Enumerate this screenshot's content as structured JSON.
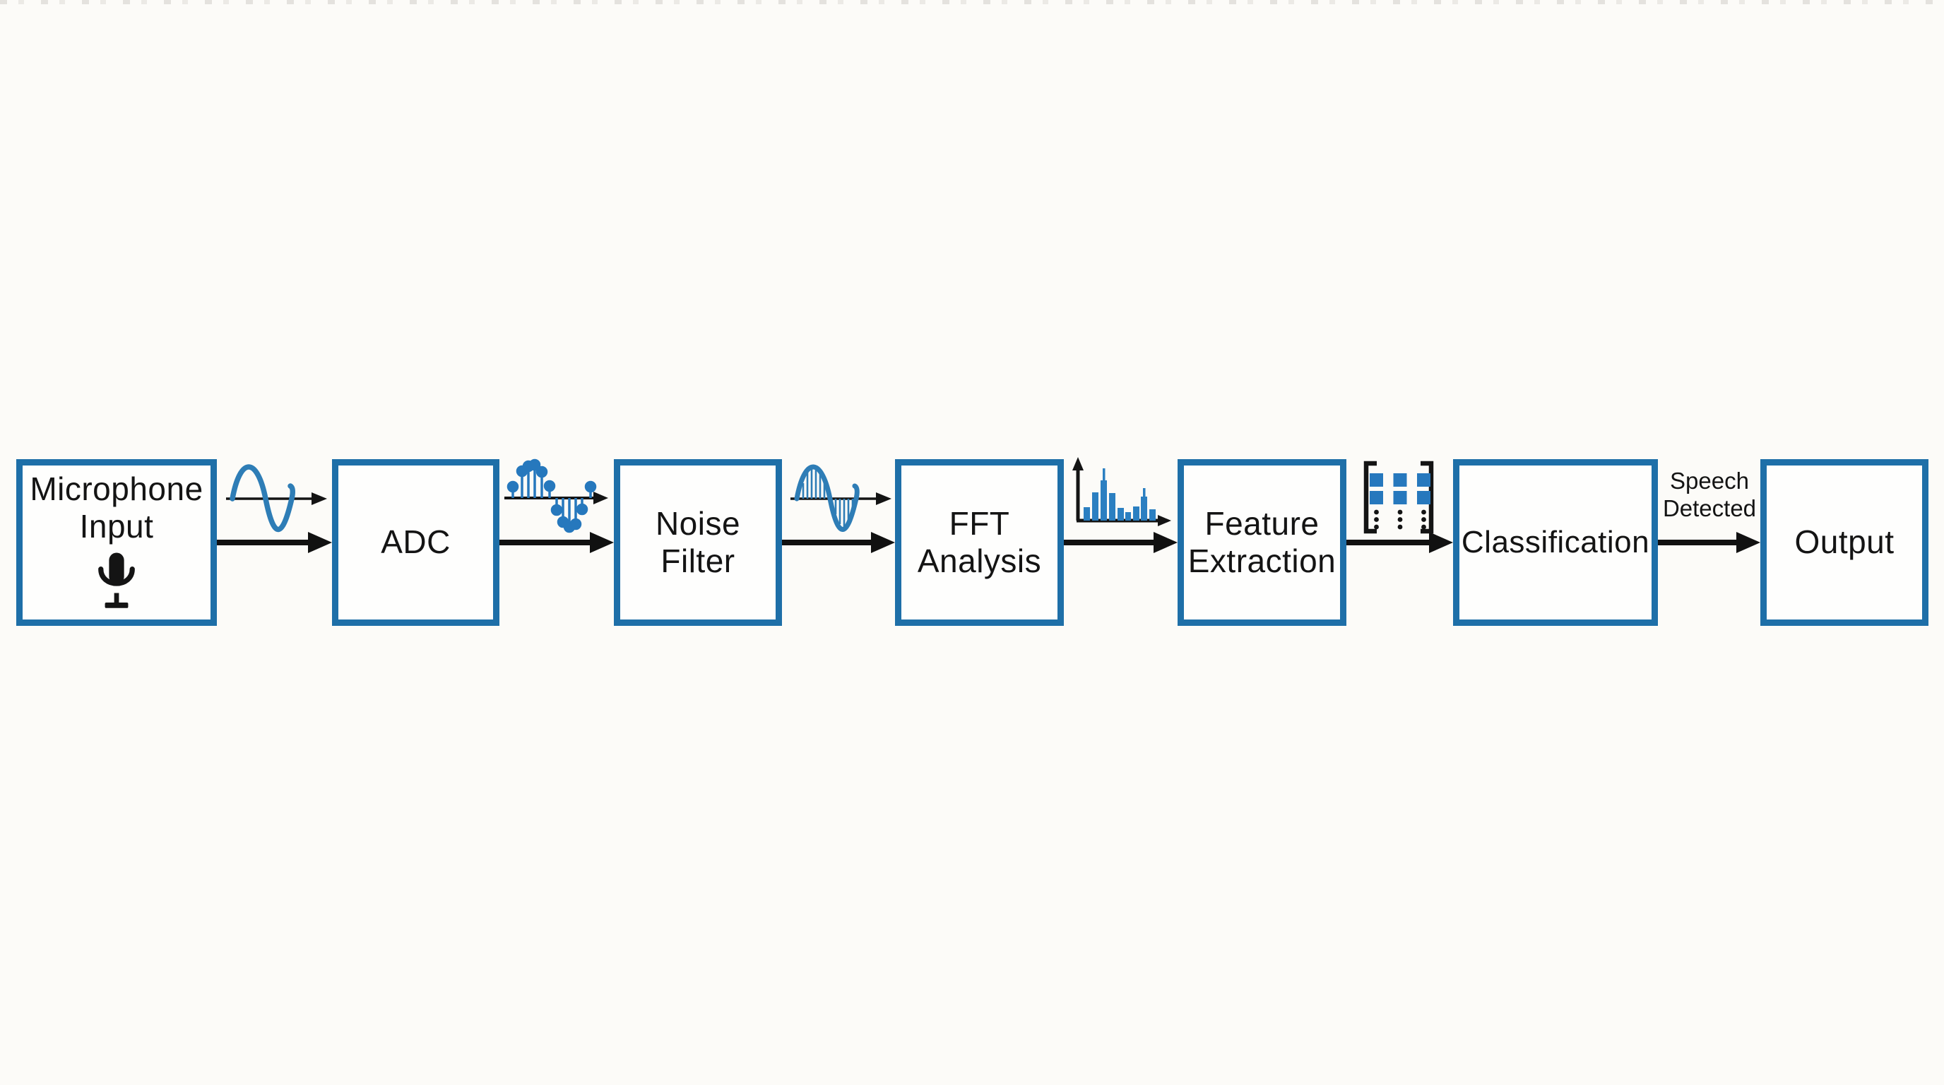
{
  "palette": {
    "box_border_blue": "#1e6fa8",
    "icon_blue": "#2e7db6",
    "bar_blue": "#2b7fc1",
    "arrow_black": "#111111",
    "text_black": "#141414",
    "background": "#fcfbf8"
  },
  "pipeline": {
    "nodes": [
      {
        "id": "microphone-input",
        "label": "Microphone\nInput",
        "icon": "microphone-icon"
      },
      {
        "id": "adc",
        "label": "ADC"
      },
      {
        "id": "noise-filter",
        "label": "Noise\nFilter"
      },
      {
        "id": "fft-analysis",
        "label": "FFT\nAnalysis"
      },
      {
        "id": "feature-extraction",
        "label": "Feature\nExtraction"
      },
      {
        "id": "classification",
        "label": "Classification"
      },
      {
        "id": "output",
        "label": "Output"
      }
    ],
    "connectors": [
      {
        "from": "microphone-input",
        "to": "adc",
        "icon": "analog-waveform-icon"
      },
      {
        "from": "adc",
        "to": "noise-filter",
        "icon": "sampled-signal-icon"
      },
      {
        "from": "noise-filter",
        "to": "fft-analysis",
        "icon": "filtered-waveform-icon"
      },
      {
        "from": "fft-analysis",
        "to": "feature-extraction",
        "icon": "spectrum-bars-icon"
      },
      {
        "from": "feature-extraction",
        "to": "classification",
        "icon": "feature-matrix-icon"
      },
      {
        "from": "classification",
        "to": "output",
        "label": "Speech\nDetected"
      }
    ]
  }
}
